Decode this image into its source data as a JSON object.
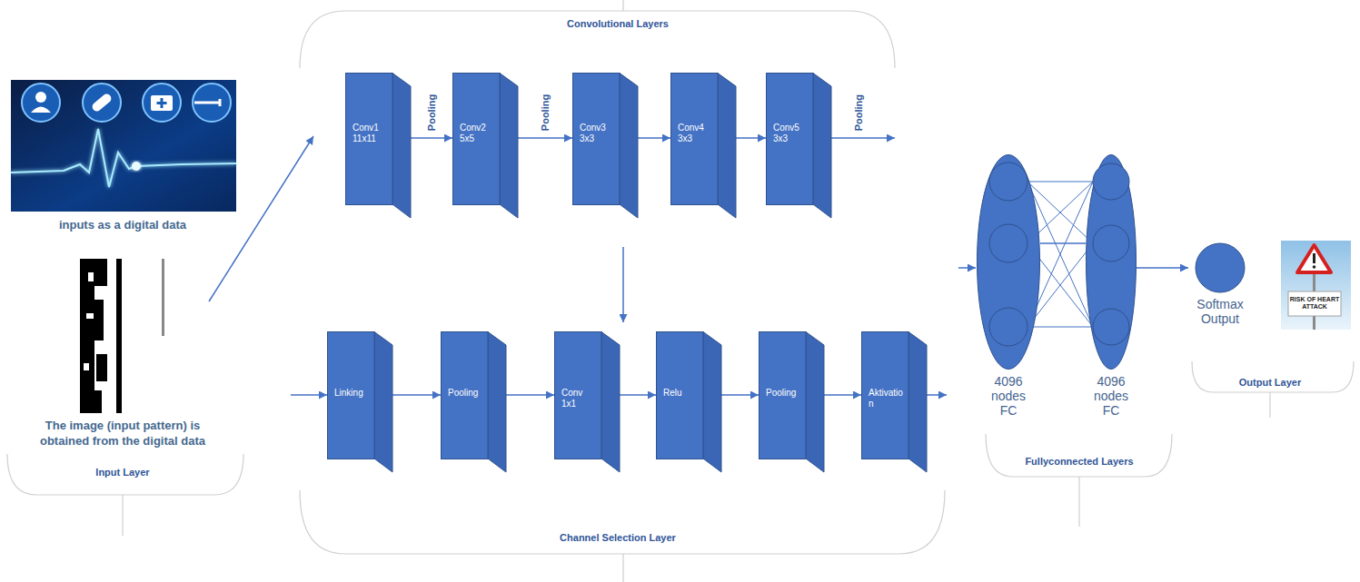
{
  "diagram": {
    "nodes": [
      {
        "text": [
          "Conv1 11x11"
        ]
      },
      {
        "text": [
          "Conv2 5x5"
        ]
      },
      {
        "text": [
          "Conv3 3x3"
        ]
      },
      {
        "text": [
          "Conv4 3x3"
        ]
      },
      {
        "text": [
          "Conv5 3x3"
        ]
      },
      {
        "text": [
          "Linking"
        ]
      },
      {
        "text": [
          "Pooling"
        ]
      },
      {
        "text": [
          "Conv 1x1"
        ]
      },
      {
        "text": [
          "Relu"
        ]
      },
      {
        "text": [
          "Pooling"
        ]
      },
      {
        "text": [
          "Aktivation"
        ]
      },
      {
        "text": [
          "4096 nodes FC"
        ]
      },
      {
        "text": [
          "4096 nodes FC"
        ]
      },
      {
        "text": [
          "Softmax Output"
        ]
      }
    ],
    "edges": [
      {
        "from": 0,
        "to": 1,
        "label": "Pooling",
        "arrow": "to"
      },
      {
        "from": 1,
        "to": 2,
        "label": "Pooling",
        "arrow": "to"
      },
      {
        "from": 2,
        "to": 3,
        "arrow": "to"
      },
      {
        "from": 3,
        "to": 4,
        "arrow": "to"
      },
      {
        "from": 5,
        "to": 6,
        "arrow": "to"
      },
      {
        "from": 6,
        "to": 7,
        "arrow": "to"
      },
      {
        "from": 7,
        "to": 8,
        "arrow": "to"
      },
      {
        "from": 8,
        "to": 9,
        "arrow": "to"
      },
      {
        "from": 9,
        "to": 10,
        "arrow": "to"
      },
      {
        "from": 11,
        "to": 12,
        "arrow": "none"
      },
      {
        "from": 12,
        "to": 13,
        "arrow": "to"
      }
    ],
    "labels": [
      "Pooling",
      "inputs as a digital data",
      "The image (input pattern) is obtained from the digital data",
      "Input Layer",
      "Convolutional Layers",
      "Channel Selection Layer",
      "Fullyconnected Layers",
      "Output Layer",
      "RISK OF HEART ATTACK"
    ]
  }
}
